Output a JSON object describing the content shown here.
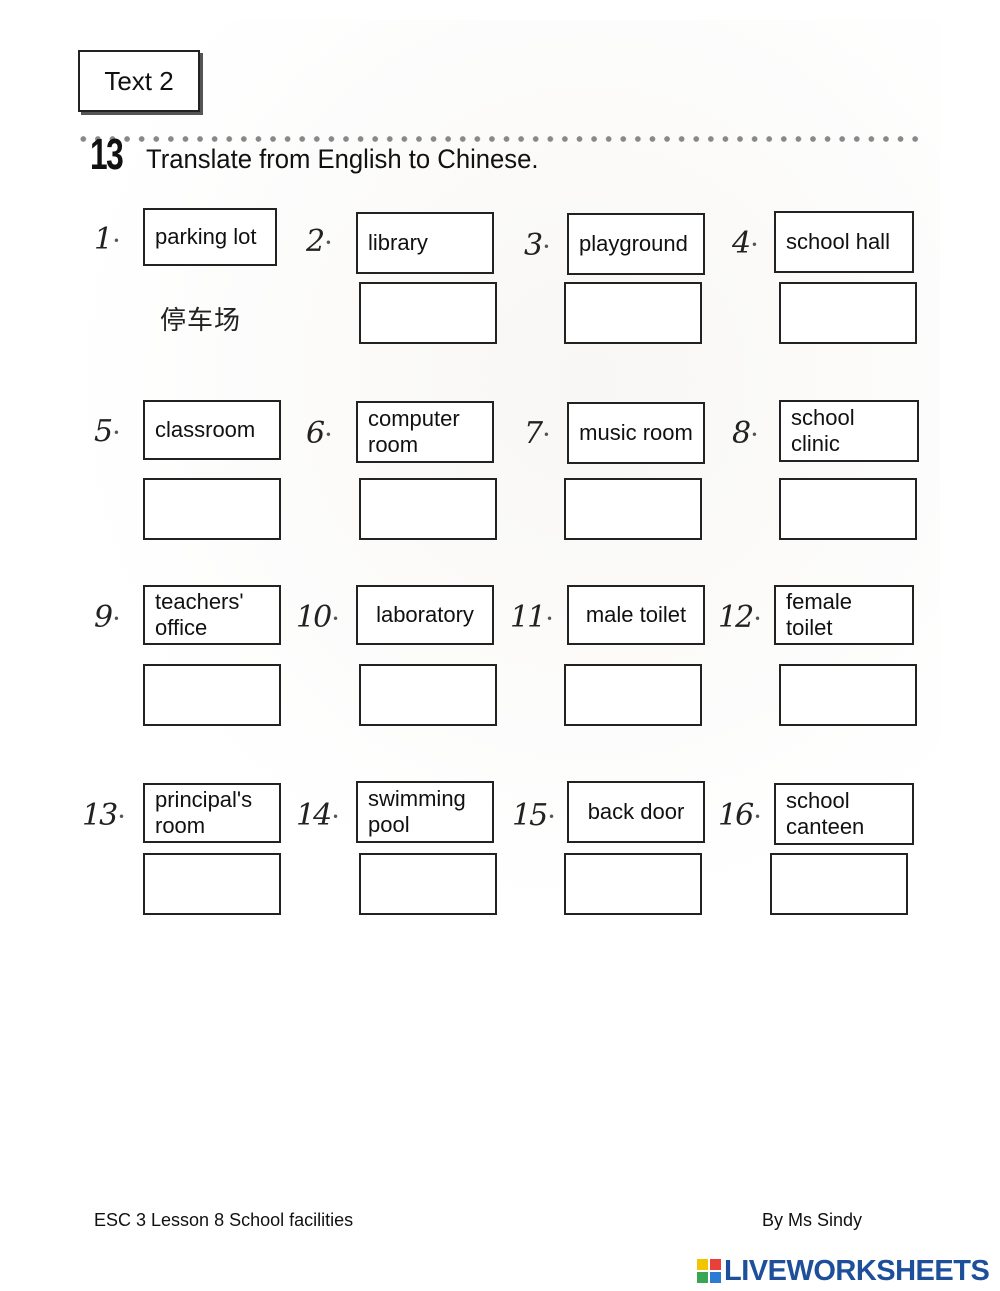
{
  "header": {
    "text_label": "Text 2",
    "exercise_number": "13",
    "instruction": "Translate from English to Chinese."
  },
  "items": [
    {
      "number": "1",
      "word": "parking lot",
      "answer": "停车场"
    },
    {
      "number": "2",
      "word": "library",
      "answer": ""
    },
    {
      "number": "3",
      "word": "playground",
      "answer": ""
    },
    {
      "number": "4",
      "word": "school hall",
      "answer": ""
    },
    {
      "number": "5",
      "word": "classroom",
      "answer": ""
    },
    {
      "number": "6",
      "word": "computer room",
      "answer": ""
    },
    {
      "number": "7",
      "word": "music room",
      "answer": ""
    },
    {
      "number": "8",
      "word": "school clinic",
      "answer": ""
    },
    {
      "number": "9",
      "word": "teachers' office",
      "answer": ""
    },
    {
      "number": "10",
      "word": "laboratory",
      "answer": ""
    },
    {
      "number": "11",
      "word": "male toilet",
      "answer": ""
    },
    {
      "number": "12",
      "word": "female toilet",
      "answer": ""
    },
    {
      "number": "13",
      "word": "principal's room",
      "answer": ""
    },
    {
      "number": "14",
      "word": "swimming pool",
      "answer": ""
    },
    {
      "number": "15",
      "word": "back door",
      "answer": ""
    },
    {
      "number": "16",
      "word": "school canteen",
      "answer": ""
    }
  ],
  "footer": {
    "left": "ESC 3 Lesson 8 School facilities",
    "right": "By Ms Sindy"
  },
  "logo": {
    "text": "LIVEWORKSHEETS",
    "color": "#1d4f9a",
    "square_colors": [
      "#f2c500",
      "#e9403a",
      "#3aa655",
      "#2e7bd6"
    ]
  }
}
